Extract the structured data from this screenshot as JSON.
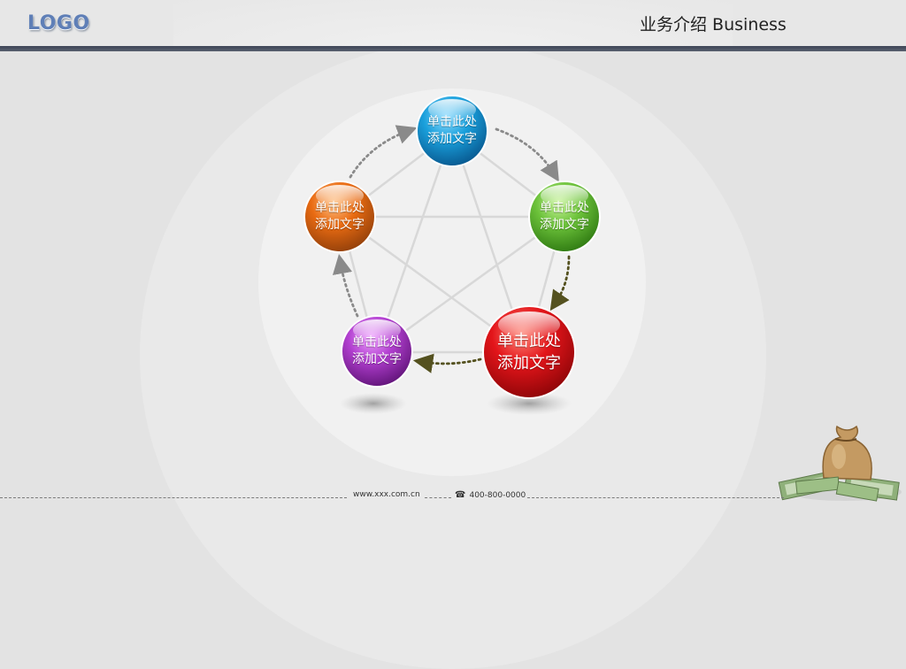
{
  "header": {
    "logo": "LOGO",
    "title": "业务介绍 Business"
  },
  "nodes": [
    {
      "line1": "单击此处",
      "line2": "添加文字",
      "color": "#1aa0dc"
    },
    {
      "line1": "单击此处",
      "line2": "添加文字",
      "color": "#6cc23a"
    },
    {
      "line1": "单击此处",
      "line2": "添加文字",
      "color": "#e3151a"
    },
    {
      "line1": "单击此处",
      "line2": "添加文字",
      "color": "#b23fd0"
    },
    {
      "line1": "单击此处",
      "line2": "添加文字",
      "color": "#e96b12"
    }
  ],
  "footer": {
    "website": "www.xxx.com.cn",
    "phone": "400-800-0000",
    "phone_icon": "telephone-icon"
  },
  "decoration": {
    "money_bag_icon": "money-bag-icon"
  }
}
